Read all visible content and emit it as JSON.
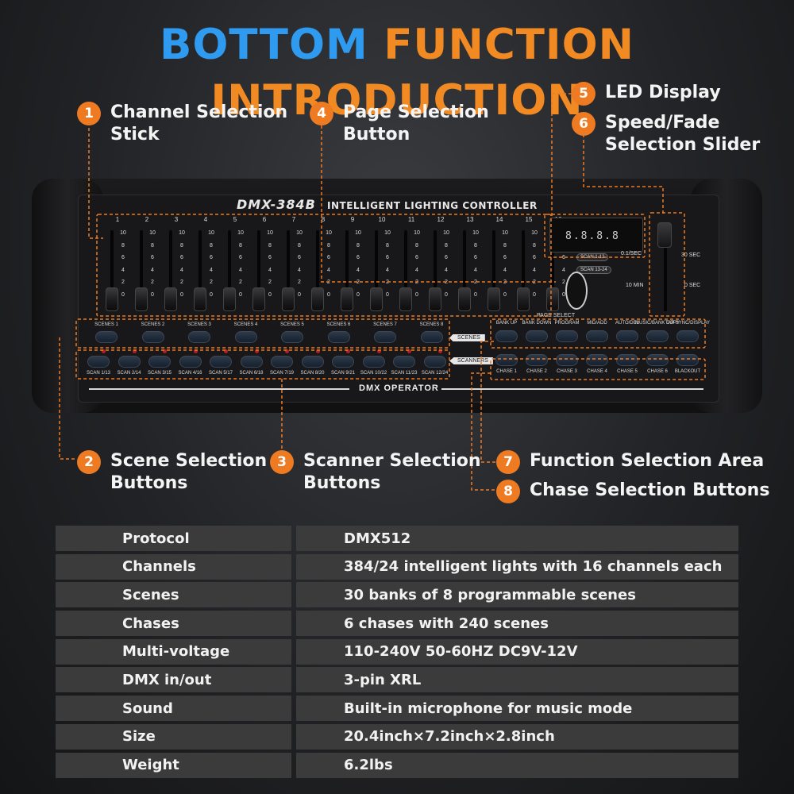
{
  "title": {
    "part1": "BOTTOM",
    "part2": "FUNCTION INTRODUCTION"
  },
  "colors": {
    "blue": "#2f9bf0",
    "orange": "#f28a23",
    "badge": "#ee7a22"
  },
  "callouts": [
    {
      "num": "1",
      "text": "Channel Selection\nStick"
    },
    {
      "num": "2",
      "text": "Scene Selection\nButtons"
    },
    {
      "num": "3",
      "text": "Scanner Selection\nButtons"
    },
    {
      "num": "4",
      "text": "Page Selection\nButton"
    },
    {
      "num": "5",
      "text": "LED Display"
    },
    {
      "num": "6",
      "text": "Speed/Fade\nSelection Slider"
    },
    {
      "num": "7",
      "text": "Function Selection Area"
    },
    {
      "num": "8",
      "text": "Chase Selection Buttons"
    }
  ],
  "console": {
    "model": "DMX-384B",
    "subtitle": "INTELLIGENT LIGHTING CONTROLLER",
    "channels": [
      "1",
      "2",
      "3",
      "4",
      "5",
      "6",
      "7",
      "8",
      "9",
      "10",
      "11",
      "12",
      "13",
      "14",
      "15",
      "16"
    ],
    "scale": [
      "10",
      "8",
      "6",
      "4",
      "2",
      "0"
    ],
    "display_digits": "8.8.8.8",
    "scan_tags": [
      "SCAN 1-12",
      "SCAN 13-24"
    ],
    "page_select": "PAGE SELECT",
    "speed_labels": {
      "fast": "0.1/SEC",
      "slow": "10 MIN",
      "fade_max": "30 SEC",
      "fade_min": "0 SEC"
    },
    "scenes": [
      "SCENES 1",
      "SCENES 2",
      "SCENES 3",
      "SCENES 4",
      "SCENES 5",
      "SCENES 6",
      "SCENES 7",
      "SCENES 8"
    ],
    "scans": [
      "SCAN 1/13",
      "SCAN 2/14",
      "SCAN 3/15",
      "SCAN 4/16",
      "SCAN 5/17",
      "SCAN 6/18",
      "SCAN 7/19",
      "SCAN 8/20",
      "SCAN 9/21",
      "SCAN 10/22",
      "SCAN 11/23",
      "SCAN 12/24"
    ],
    "scenes_tag": "SCENES",
    "scanners_tag": "SCANNERS",
    "functions": [
      "BANK UP",
      "BANK DOWN",
      "PROGRAM",
      "MID/ADD",
      "AUTO/DEL",
      "MUSIC/BANK COPY",
      "TAP SYNC/DISPLAY"
    ],
    "chases": [
      "CHASE 1",
      "CHASE 2",
      "CHASE 3",
      "CHASE 4",
      "CHASE 5",
      "CHASE 6",
      "BLACKOUT"
    ],
    "operator": "DMX  OPERATOR"
  },
  "specs": [
    {
      "key": "Protocol",
      "value": "DMX512"
    },
    {
      "key": "Channels",
      "value": "384/24 intelligent lights with 16 channels each"
    },
    {
      "key": "Scenes",
      "value": "30 banks of 8 programmable scenes"
    },
    {
      "key": "Chases",
      "value": "6 chases with 240 scenes"
    },
    {
      "key": "Multi-voltage",
      "value": "110-240V 50-60HZ DC9V-12V"
    },
    {
      "key": "DMX in/out",
      "value": "3-pin XRL"
    },
    {
      "key": "Sound",
      "value": "Built-in microphone for music mode"
    },
    {
      "key": "Size",
      "value": "20.4inch×7.2inch×2.8inch"
    },
    {
      "key": "Weight",
      "value": "6.2lbs"
    }
  ]
}
